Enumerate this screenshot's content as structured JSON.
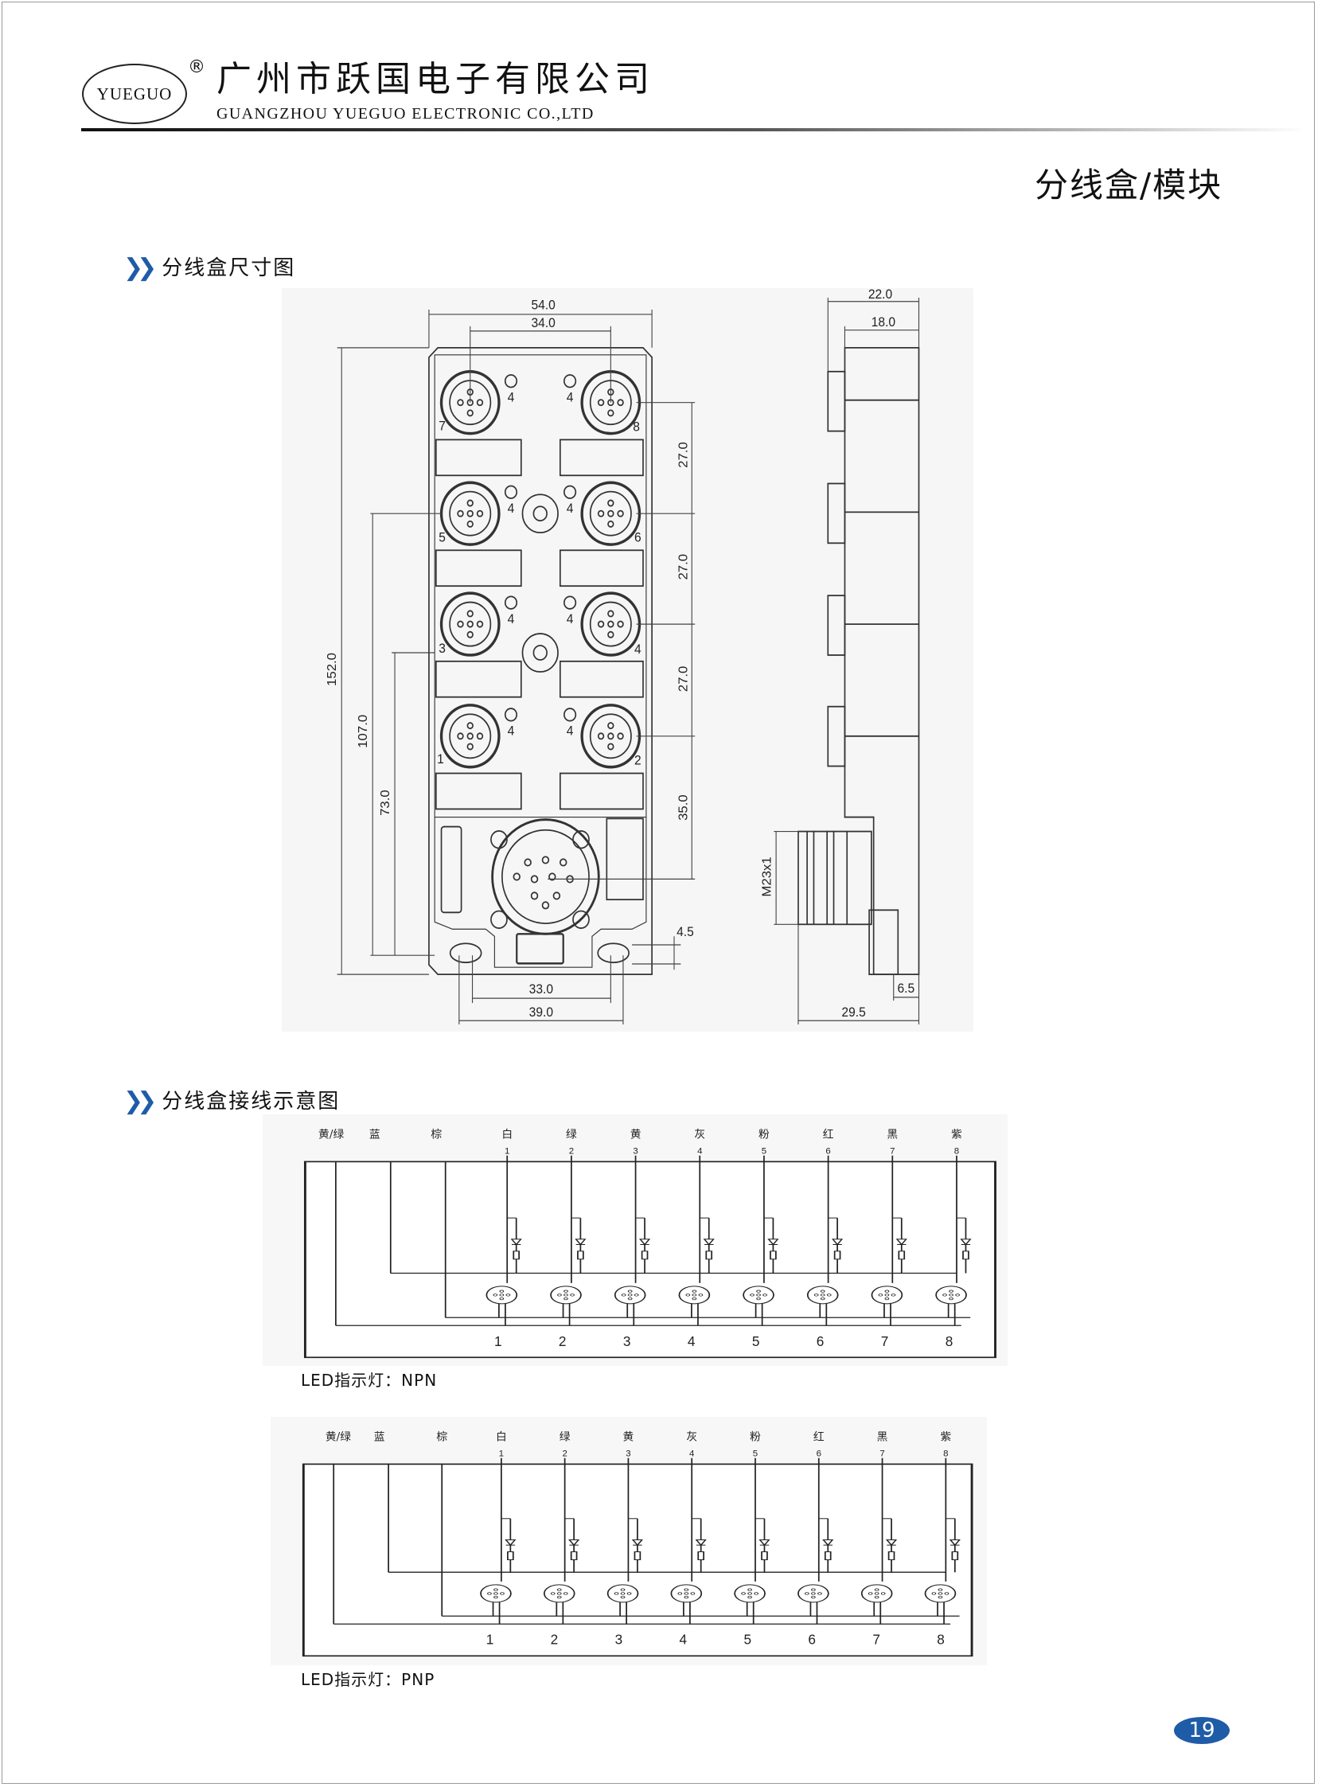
{
  "header": {
    "logo_text": "YUEGUO",
    "registered_mark": "®",
    "company_cn": "广州市跃国电子有限公司",
    "company_en": "GUANGZHOU YUEGUO ELECTRONIC CO.,LTD"
  },
  "page_title": "分线盒/模块",
  "sections": [
    {
      "icon": "double-chevron-icon",
      "title": "分线盒尺寸图"
    },
    {
      "icon": "double-chevron-icon",
      "title": "分线盒接线示意图"
    }
  ],
  "dimension_drawing": {
    "width_total": "54.0",
    "width_ports": "34.0",
    "height_total": "152.0",
    "height_107": "107.0",
    "height_73": "73.0",
    "pitch_1": "27.0",
    "pitch_2": "27.0",
    "pitch_3": "27.0",
    "pitch_bottom": "35.0",
    "offset_45": "4.5",
    "holes_inner": "33.0",
    "holes_outer": "39.0",
    "side_depth": "22.0",
    "side_body": "18.0",
    "side_connector_depth": "29.5",
    "side_foot": "6.5",
    "thread": "M23x1",
    "led_label": "4",
    "port_numbers": [
      "7",
      "8",
      "5",
      "6",
      "3",
      "4",
      "1",
      "2"
    ]
  },
  "wiring": [
    {
      "type": "NPN",
      "caption": "LED指示灯：NPN",
      "supply_labels": [
        "黄/绿",
        "蓝",
        "棕"
      ],
      "channel_colors": [
        "白",
        "绿",
        "黄",
        "灰",
        "粉",
        "红",
        "黑",
        "紫"
      ],
      "channel_numbers": [
        "1",
        "2",
        "3",
        "4",
        "5",
        "6",
        "7",
        "8"
      ],
      "port_numbers": [
        "1",
        "2",
        "3",
        "4",
        "5",
        "6",
        "7",
        "8"
      ]
    },
    {
      "type": "PNP",
      "caption": "LED指示灯：PNP",
      "supply_labels": [
        "黄/绿",
        "蓝",
        "棕"
      ],
      "channel_colors": [
        "白",
        "绿",
        "黄",
        "灰",
        "粉",
        "红",
        "黑",
        "紫"
      ],
      "channel_numbers": [
        "1",
        "2",
        "3",
        "4",
        "5",
        "6",
        "7",
        "8"
      ],
      "port_numbers": [
        "1",
        "2",
        "3",
        "4",
        "5",
        "6",
        "7",
        "8"
      ]
    }
  ],
  "page_number": "19",
  "colors": {
    "accent": "#1f5ca8",
    "ink": "#111111"
  }
}
